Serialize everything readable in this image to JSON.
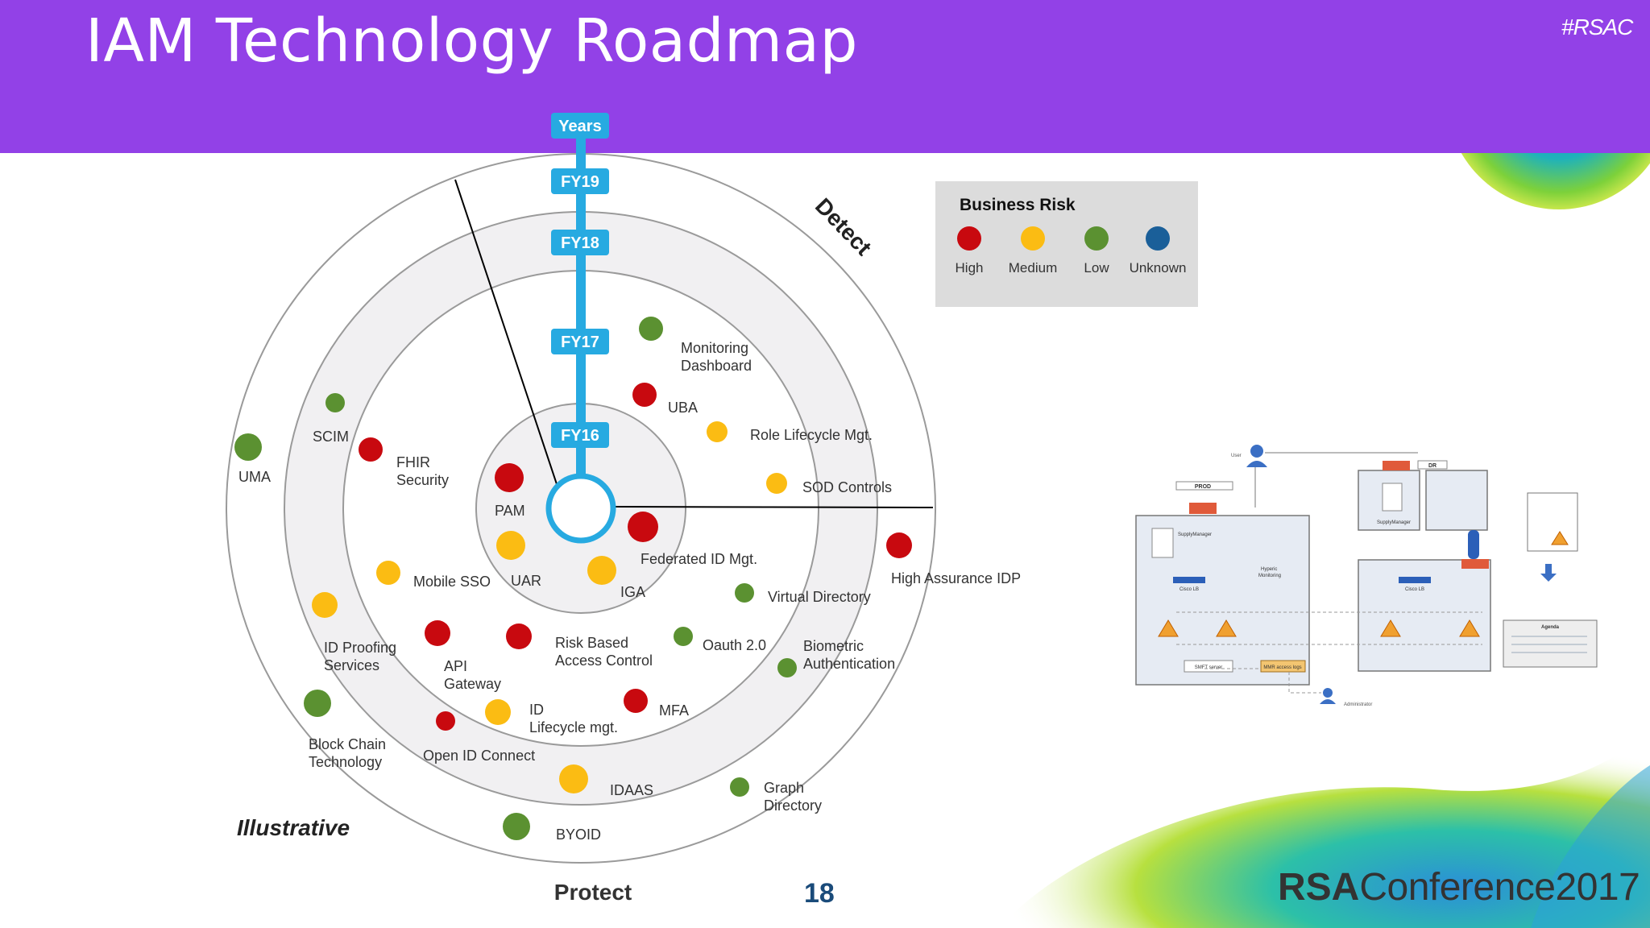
{
  "slide": {
    "title": "IAM Technology Roadmap",
    "hashtag": "#RSAC",
    "page_number": "18",
    "illustrative": "Illustrative",
    "conference_brand": "RSA",
    "conference_suffix": "Conference2017"
  },
  "colors": {
    "header": "#9241e7",
    "high": "#c8090f",
    "medium": "#fbbc13",
    "low": "#5b9131",
    "unknown": "#1a5f99",
    "axis": "#27aae1"
  },
  "radar": {
    "axis_title": "Years",
    "rings": [
      "FY16",
      "FY17",
      "FY18",
      "FY19"
    ],
    "sectors": {
      "detect": "Detect",
      "protect": "Protect"
    },
    "items": [
      {
        "label": "Monitoring\nDashboard",
        "risk": "low"
      },
      {
        "label": "UBA",
        "risk": "high"
      },
      {
        "label": "Role Lifecycle Mgt.",
        "risk": "medium"
      },
      {
        "label": "SOD Controls",
        "risk": "medium"
      },
      {
        "label": "SCIM",
        "risk": "low"
      },
      {
        "label": "FHIR\nSecurity",
        "risk": "high"
      },
      {
        "label": "UMA",
        "risk": "low"
      },
      {
        "label": "PAM",
        "risk": "high"
      },
      {
        "label": "Federated ID Mgt.",
        "risk": "high"
      },
      {
        "label": "UAR",
        "risk": "medium"
      },
      {
        "label": "IGA",
        "risk": "medium"
      },
      {
        "label": "Mobile SSO",
        "risk": "medium"
      },
      {
        "label": "High Assurance IDP",
        "risk": "high"
      },
      {
        "label": "Virtual Directory",
        "risk": "low"
      },
      {
        "label": "ID Proofing\nServices",
        "risk": "medium"
      },
      {
        "label": "API\nGateway",
        "risk": "high"
      },
      {
        "label": "Risk Based\nAccess Control",
        "risk": "high"
      },
      {
        "label": "Oauth 2.0",
        "risk": "low"
      },
      {
        "label": "Biometric\nAuthentication",
        "risk": "low"
      },
      {
        "label": "Block Chain\nTechnology",
        "risk": "low"
      },
      {
        "label": "ID\nLifecycle mgt.",
        "risk": "medium"
      },
      {
        "label": "MFA",
        "risk": "high"
      },
      {
        "label": "Open ID Connect",
        "risk": "high"
      },
      {
        "label": "IDAAS",
        "risk": "medium"
      },
      {
        "label": "Graph\nDirectory",
        "risk": "low"
      },
      {
        "label": "BYOID",
        "risk": "low"
      }
    ]
  },
  "legend": {
    "title": "Business Risk",
    "items": [
      {
        "label": "High",
        "risk": "high"
      },
      {
        "label": "Medium",
        "risk": "medium"
      },
      {
        "label": "Low",
        "risk": "low"
      },
      {
        "label": "Unknown",
        "risk": "unknown"
      }
    ]
  },
  "architecture": {
    "labels": {
      "user": "User",
      "prod": "PROD",
      "dr": "DR",
      "supply_manager": "SupplyManager",
      "supply_manager_dr": "SupplyManager",
      "cisco_lb": "Cisco LB",
      "cisco_lb_dr": "Cisco LB",
      "hyperic": "Hyperic\nMonitoring",
      "smft": "SMFT server",
      "mmr": "MMR access logs",
      "admin": "Administrator",
      "agenda": "Agenda"
    }
  }
}
